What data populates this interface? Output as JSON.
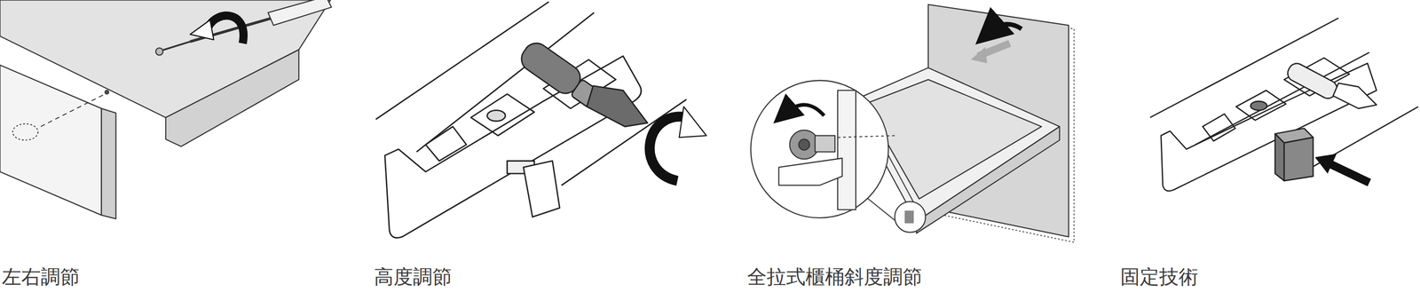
{
  "diagram": {
    "labels": [
      "左右調節",
      "高度調節",
      "全拉式櫃桶斜度調節",
      "固定技術"
    ]
  }
}
